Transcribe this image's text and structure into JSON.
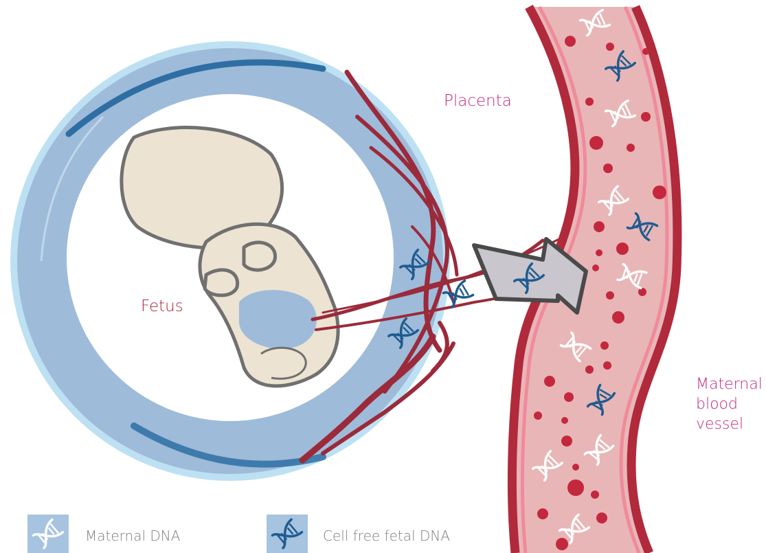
{
  "labels": {
    "placenta": "Placenta",
    "fetus": "Fetus",
    "maternal_blood_vessel": [
      "Maternal",
      "blood",
      "vessel"
    ]
  },
  "legend": [
    {
      "label": "Maternal DNA",
      "icon": "dna-helix-icon",
      "icon_color": "#ffffff"
    },
    {
      "label": "Cell free fetal DNA",
      "icon": "dna-helix-icon",
      "icon_color": "#1f5b8f"
    }
  ],
  "colors": {
    "amniotic_sac": "#9ebbd9",
    "sac_rim": "#86c9ea",
    "fetus_body": "#ece3d3",
    "fetus_outline": "#707070",
    "vessels": "#9b2a3b",
    "blood_vessel_wall": "#b02a3c",
    "blood_fill": "#e8b6b7",
    "red_blood_cells": "#c4283d",
    "arrow": "#c9c6cd",
    "placenta_label": "#c2297a",
    "fetus_label": "#a8283a"
  }
}
